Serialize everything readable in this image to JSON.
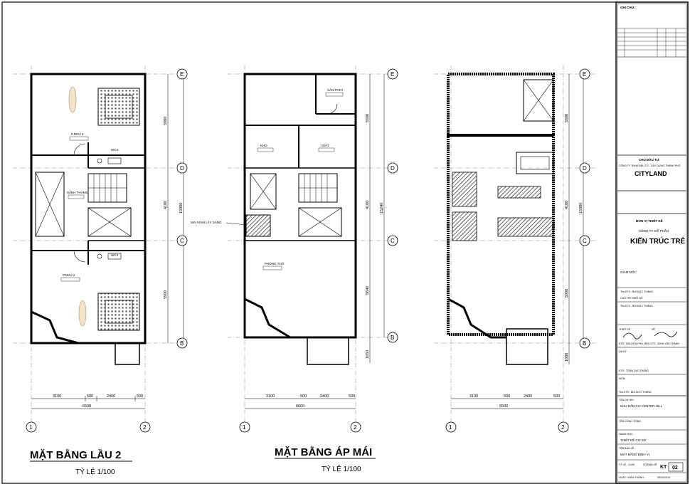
{
  "sheet": {
    "plan1_title": "MẶT BẰNG  LẦU 2",
    "plan1_scale": "TỶ LỆ 1/100",
    "plan2_title": "MẶT BẰNG ÁP MÁI",
    "plan2_scale": "TỶ LỆ 1/100"
  },
  "axes": {
    "row_e": "E",
    "row_d": "D",
    "row_c": "C",
    "row_b": "B",
    "col_1": "1",
    "col_2": "2"
  },
  "dims": {
    "d3100": "3100",
    "d500": "500",
    "d2400": "2400",
    "d6500": "6500",
    "d6600": "6600",
    "d5900": "5900",
    "d4100": "4100",
    "d15900": "15900",
    "d15240": "15240",
    "d5500": "5500",
    "d5640": "5640",
    "d1650": "1650",
    "d1680": "1680"
  },
  "rooms": {
    "pngu3": "P.NGỦ 3",
    "wc4": "WC4",
    "sanh_thang": "SẢNH THANG",
    "wc3": "WC3",
    "pngu2": "P.NGỦ 2",
    "san_phoi": "SÂN PHƠI",
    "kho": "KHO",
    "giat": "GIẶT",
    "phong_tho": "PHÒNG THỜ",
    "mai_kinh": "MÁI KÍNH LẤY SÁNG"
  },
  "title_block": {
    "ghi_chu": "GHI CHÚ :",
    "chu_dau_tu": "CHỦ ĐẦU TƯ",
    "cdt_company": "CÔNG TY TNHH ĐẦU TƯ - XÂY DỰNG THÀNH PHỐ",
    "cdt_brand": "CITYLAND",
    "don_vi": "ĐƠN VỊ THIẾT KẾ",
    "dv_company": "CÔNG TY CỔ PHẦN",
    "dv_brand": "KIẾN TRÚC TRẺ",
    "giam_doc": "GIÁM ĐỐC",
    "chu_tri": "Ths.KTS : BÙI ĐỨC THẮNG",
    "chu_tri_label": "CHỦ TRÌ THIẾT KẾ",
    "thiet_ke_name": "Ths.KTS : BÙI ĐỨC THẮNG",
    "thiet_ke": "THIẾT KẾ",
    "ve": "VẼ",
    "ve_name": "KTS : NGUYỄN PHÚ HIỆU  KTS : ĐINH VĂN THÀNH",
    "qa_ky": "QA KÝ",
    "qa_name": "KTS : TRẦN CAO THẮNG",
    "kiem": "KIỂM",
    "kiem_name": "Ths.KTS : BÙI ĐỨC THẮNG",
    "du_an_label": "TÊN DỰ ÁN :",
    "du_an": "KHU DÂN CƯ CENTER HILL",
    "cong_trinh_label": "TÊN CÔNG TRÌNH :",
    "hang_muc_label": "HẠNG MỤC :",
    "hang_muc": "THIẾT KẾ CƠ SỞ",
    "ban_ve_label": "TÊN BẢN VẼ :",
    "ban_ve": "MẶT BẰNG ĐỊNH VỊ",
    "ty_le": "TỶ LỆ : 1/100",
    "so_ban_ve": "SỐ BẢN VẼ",
    "kt": "KT",
    "kt_no": "02",
    "ngay_label": "NGÀY HOÀN THÀNH :",
    "ngay": "05/04/2014"
  }
}
